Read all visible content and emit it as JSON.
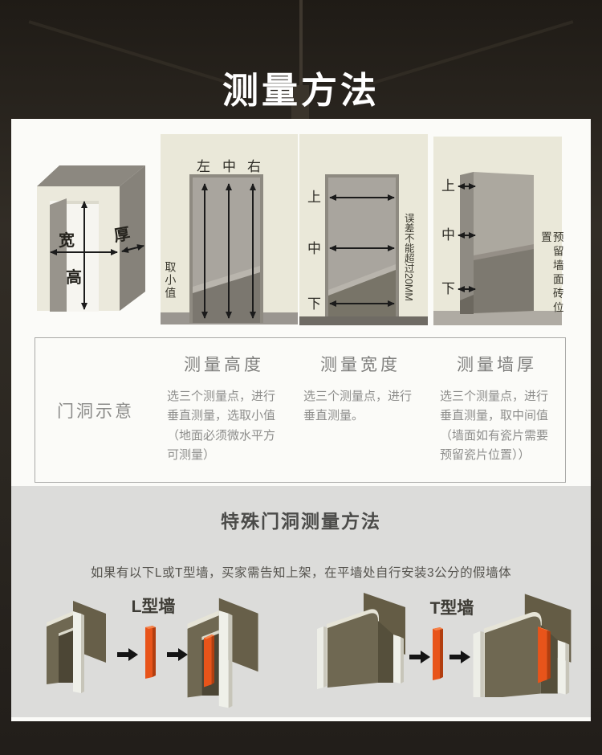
{
  "colors": {
    "accent_orange": "#E8541A",
    "wall_olive": "#6F6852",
    "panel_beige": "#EAE8D9",
    "section_gray": "#DCDCDA",
    "page_dark": "#29251F"
  },
  "header": {
    "title": "测量方法"
  },
  "diagrams": {
    "iso": {
      "width": "宽",
      "height": "高",
      "thickness": "厚"
    },
    "height_panel": {
      "top_labels": [
        "左",
        "中",
        "右"
      ],
      "note": "取小值"
    },
    "width_panel": {
      "side_labels": [
        "上",
        "中",
        "下"
      ],
      "note": "误差不能超过20MM"
    },
    "thickness_panel": {
      "side_labels": [
        "上",
        "中",
        "下"
      ],
      "note": "预留墙面砖位置"
    }
  },
  "table": {
    "row_label": "门洞示意",
    "columns": [
      {
        "heading": "测量高度",
        "body": "选三个测量点，进行垂直测量，选取小值（地面必须微水平方可测量）"
      },
      {
        "heading": "测量宽度",
        "body": "选三个测量点，进行垂直测量。"
      },
      {
        "heading": "测量墙厚",
        "body": "选三个测量点，进行垂直测量，取中间值（墙面如有瓷片需要预留瓷片位置））"
      }
    ]
  },
  "special": {
    "heading": "特殊门洞测量方法",
    "subtitle": "如果有以下L或T型墙，买家需告知上架，在平墙处自行安装3公分的假墙体",
    "l_wall_label": "L型墙",
    "t_wall_label": "T型墙"
  }
}
